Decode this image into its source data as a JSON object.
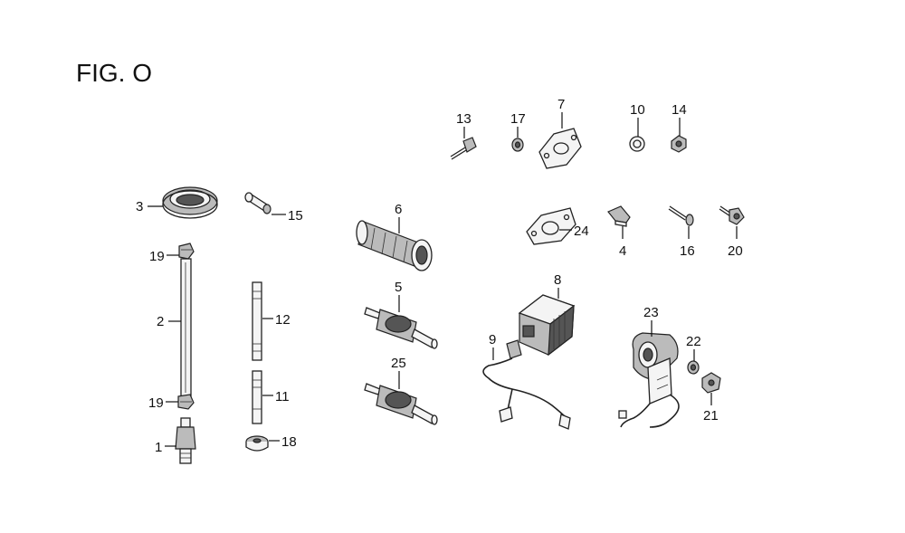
{
  "figure": {
    "title": "FIG. O"
  },
  "callouts": {
    "p1": "1",
    "p2": "2",
    "p3": "3",
    "p4": "4",
    "p5": "5",
    "p6": "6",
    "p7": "7",
    "p8": "8",
    "p9": "9",
    "p10": "10",
    "p11": "11",
    "p12": "12",
    "p13": "13",
    "p14": "14",
    "p15": "15",
    "p16": "16",
    "p17": "17",
    "p18": "18",
    "p19a": "19",
    "p19b": "19",
    "p20": "20",
    "p21": "21",
    "p22": "22",
    "p23": "23",
    "p24": "24",
    "p25": "25"
  }
}
